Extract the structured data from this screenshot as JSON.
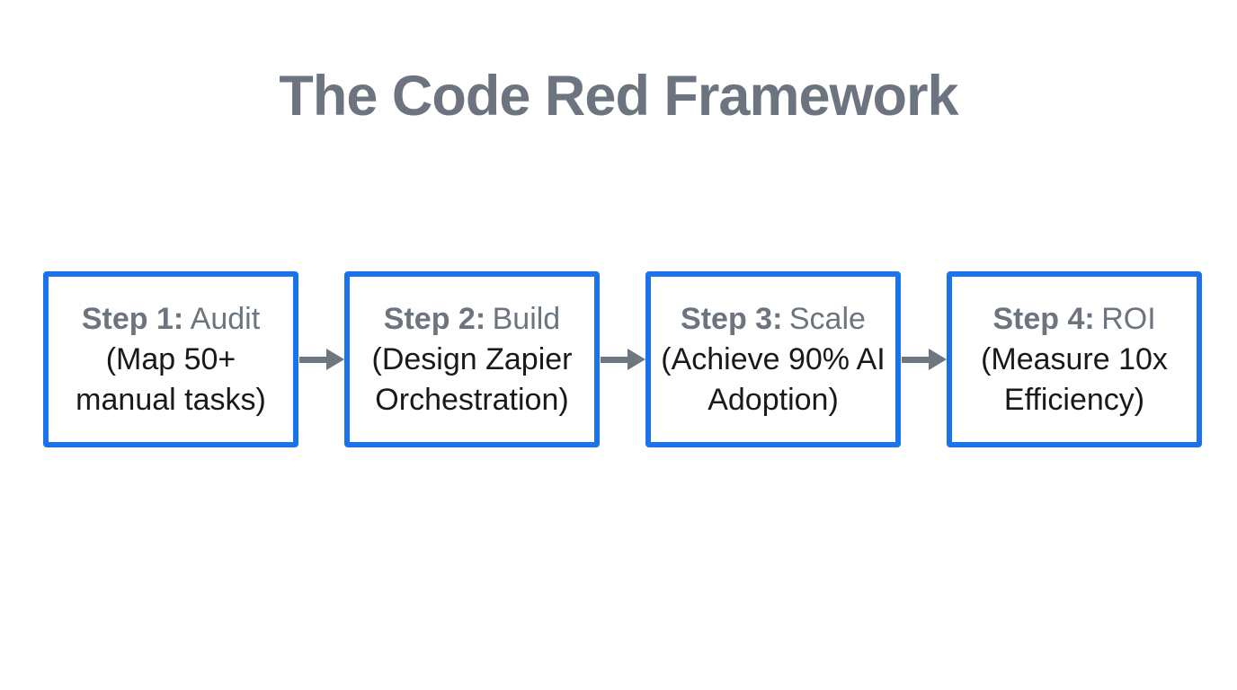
{
  "title": "The Code Red Framework",
  "colors": {
    "accent_blue": "#1a73e8",
    "heading_gray": "#6c757f",
    "arrow_gray": "#6e7680",
    "detail_black": "#17191c",
    "background": "#ffffff"
  },
  "steps": [
    {
      "label": "Step 1:",
      "name": "Audit",
      "detail": "(Map 50+ manual tasks)"
    },
    {
      "label": "Step 2:",
      "name": "Build",
      "detail": "(Design Zapier Orchestration)"
    },
    {
      "label": "Step 3:",
      "name": "Scale",
      "detail": "(Achieve 90% AI Adoption)"
    },
    {
      "label": "Step 4:",
      "name": "ROI",
      "detail": "(Measure 10x Efficiency)"
    }
  ]
}
